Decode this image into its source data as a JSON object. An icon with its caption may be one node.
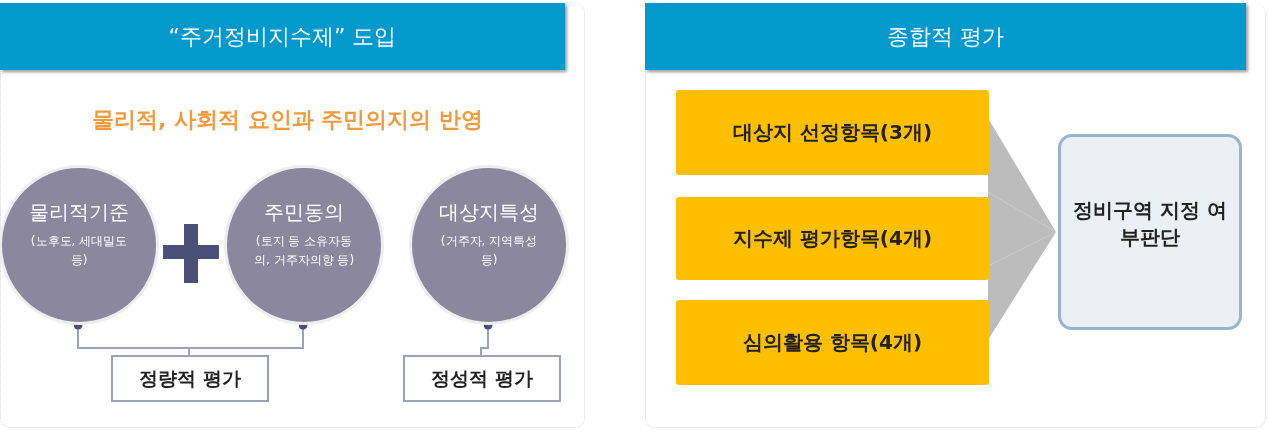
{
  "diagram": {
    "nodes": [
      {
        "text": [
          "“주거정비지수제”  도입",
          "물리적, 사회적 요인과 주민의지의 반영"
        ]
      },
      {
        "text": [
          "물리적기준",
          "(노후도, 세대밀도 등)"
        ],
        "in": 0
      },
      {
        "text": [
          "주민동의",
          "(토지 등 소유자동의, 거주자의향 등)"
        ],
        "in": 0
      },
      {
        "text": [
          "대상지특성",
          "(거주자, 지역특성 등)"
        ],
        "in": 0
      },
      {
        "text": [
          "정량적 평가"
        ],
        "in": 0
      },
      {
        "text": [
          "정성적 평가"
        ],
        "in": 0
      },
      {
        "text": [
          "종합적 평가"
        ]
      },
      {
        "text": [
          "대상지 선정항목(3개)"
        ],
        "in": 6
      },
      {
        "text": [
          "지수제 평가항목(4개)"
        ],
        "in": 6
      },
      {
        "text": [
          "심의활용 항목(4개)"
        ],
        "in": 6
      },
      {
        "text": [
          "정비구역 지정 여부판단"
        ],
        "in": 6
      }
    ],
    "edges": [
      {
        "from": 1,
        "to": 4,
        "arrow": "other"
      },
      {
        "from": 2,
        "to": 4,
        "arrow": "other"
      },
      {
        "from": 3,
        "to": 5,
        "arrow": "other"
      },
      {
        "from": 7,
        "to": 10,
        "arrow": "to"
      },
      {
        "from": 8,
        "to": 10,
        "arrow": "to"
      },
      {
        "from": 9,
        "to": 10,
        "arrow": "to"
      }
    ]
  }
}
